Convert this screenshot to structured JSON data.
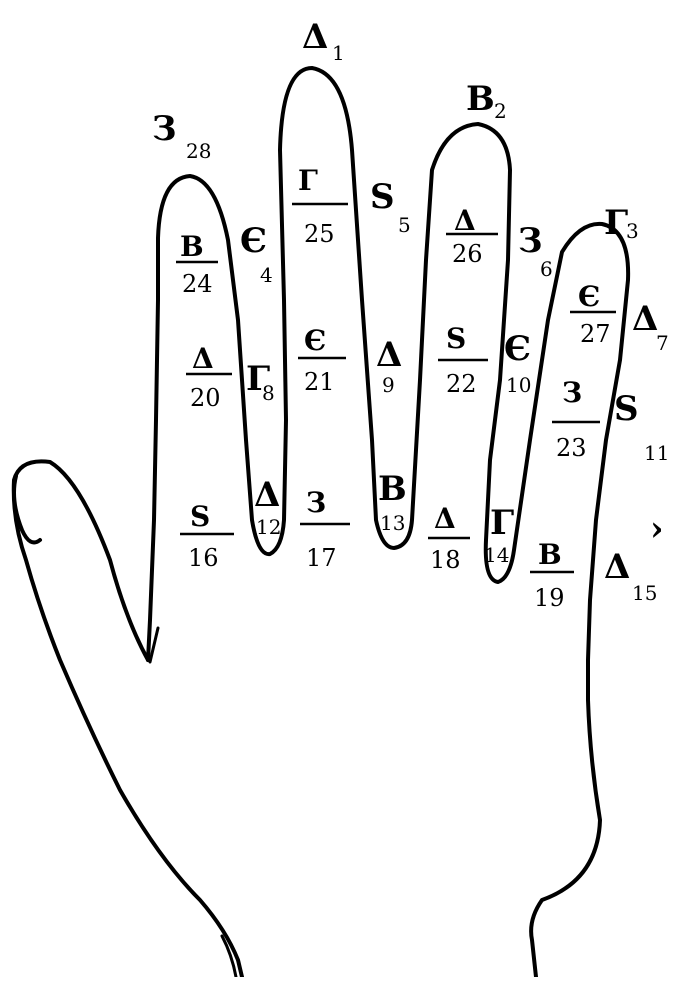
{
  "figure": {
    "fingertip_labels": [
      {
        "id": "A1",
        "letter": "Δ",
        "index": "1"
      },
      {
        "id": "B2",
        "letter": "B",
        "index": "2"
      },
      {
        "id": "G3",
        "letter": "Γ",
        "index": "3"
      },
      {
        "id": "Z28",
        "letter": "З",
        "index": "28"
      }
    ],
    "gap_labels": [
      {
        "id": "E4",
        "letter": "Є",
        "index": "4"
      },
      {
        "id": "S5",
        "letter": "S",
        "index": "5"
      },
      {
        "id": "Z6",
        "letter": "З",
        "index": "6"
      },
      {
        "id": "A7",
        "letter": "Δ",
        "index": "7"
      },
      {
        "id": "G8",
        "letter": "Γ",
        "index": "8"
      },
      {
        "id": "A9",
        "letter": "Δ",
        "index": "9"
      },
      {
        "id": "E10",
        "letter": "Є",
        "index": "10"
      },
      {
        "id": "S11",
        "letter": "S",
        "index": "11"
      },
      {
        "id": "A12",
        "letter": "Δ",
        "index": "12"
      },
      {
        "id": "B13",
        "letter": "B",
        "index": "13"
      },
      {
        "id": "G14",
        "letter": "Γ",
        "index": "14"
      },
      {
        "id": "A15",
        "letter": "Δ",
        "index": "15"
      }
    ],
    "fractions": [
      {
        "id": "f24",
        "top": "B",
        "bottom": "24"
      },
      {
        "id": "f25",
        "top": "Γ",
        "bottom": "25"
      },
      {
        "id": "f26",
        "top": "Δ",
        "bottom": "26"
      },
      {
        "id": "f27",
        "top": "Є",
        "bottom": "27"
      },
      {
        "id": "f20",
        "top": "Δ",
        "bottom": "20"
      },
      {
        "id": "f21",
        "top": "Є",
        "bottom": "21"
      },
      {
        "id": "f22",
        "top": "S",
        "bottom": "22"
      },
      {
        "id": "f23",
        "top": "З",
        "bottom": "23"
      },
      {
        "id": "f16",
        "top": "S",
        "bottom": "16"
      },
      {
        "id": "f17",
        "top": "З",
        "bottom": "17"
      },
      {
        "id": "f18",
        "top": "Δ",
        "bottom": "18"
      },
      {
        "id": "f19",
        "top": "B",
        "bottom": "19"
      }
    ],
    "mark": "›"
  }
}
